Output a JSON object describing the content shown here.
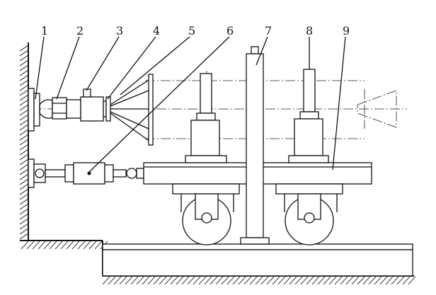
{
  "figure": {
    "callouts": [
      {
        "id": "callout-1",
        "text": "1"
      },
      {
        "id": "callout-2",
        "text": "2"
      },
      {
        "id": "callout-3",
        "text": "3"
      },
      {
        "id": "callout-4",
        "text": "4"
      },
      {
        "id": "callout-5",
        "text": "5"
      },
      {
        "id": "callout-6",
        "text": "6"
      },
      {
        "id": "callout-7",
        "text": "7"
      },
      {
        "id": "callout-8",
        "text": "8"
      },
      {
        "id": "callout-9",
        "text": "9"
      }
    ]
  }
}
